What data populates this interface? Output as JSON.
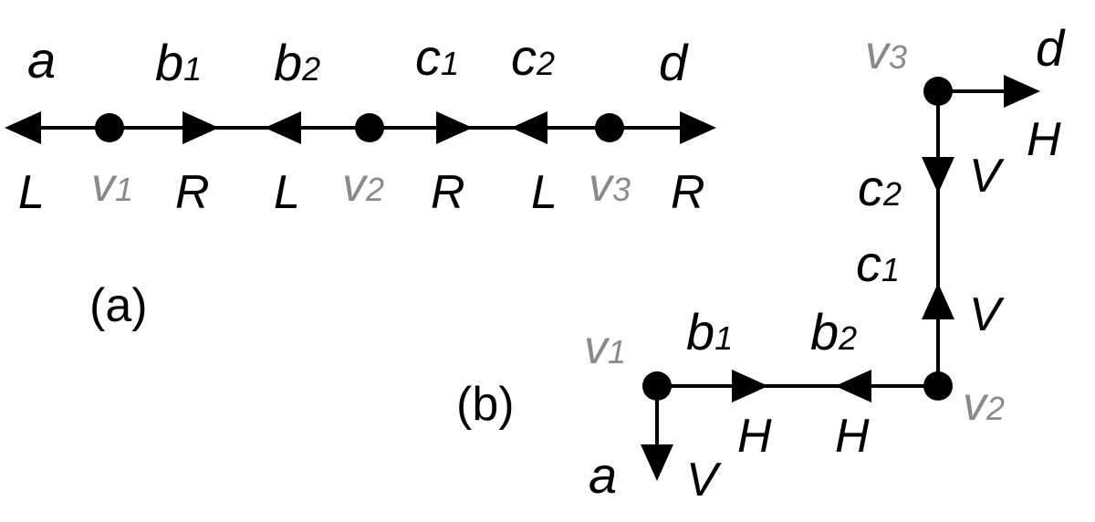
{
  "panel_a": {
    "caption": "(a)",
    "edge_labels": {
      "a": "a",
      "b1": {
        "base": "b",
        "sub": "1"
      },
      "b2": {
        "base": "b",
        "sub": "2"
      },
      "c1": {
        "base": "c",
        "sub": "1"
      },
      "c2": {
        "base": "c",
        "sub": "2"
      },
      "d": "d"
    },
    "vertices": [
      {
        "base": "v",
        "sub": "1"
      },
      {
        "base": "v",
        "sub": "2"
      },
      {
        "base": "v",
        "sub": "3"
      }
    ],
    "direction_labels": [
      "L",
      "R",
      "L",
      "R",
      "L",
      "R"
    ]
  },
  "panel_b": {
    "caption": "(b)",
    "edge_labels": {
      "a": "a",
      "b1": {
        "base": "b",
        "sub": "1"
      },
      "b2": {
        "base": "b",
        "sub": "2"
      },
      "c1": {
        "base": "c",
        "sub": "1"
      },
      "c2": {
        "base": "c",
        "sub": "2"
      },
      "d": "d"
    },
    "vertices": [
      {
        "base": "v",
        "sub": "1"
      },
      {
        "base": "v",
        "sub": "2"
      },
      {
        "base": "v",
        "sub": "3"
      }
    ],
    "orientation_labels": {
      "a": "V",
      "b1": "H",
      "b2": "H",
      "c1": "V",
      "c2": "V",
      "d": "H"
    }
  },
  "colors": {
    "ink": "#000000",
    "vertex_label": "#8a8a8a"
  }
}
